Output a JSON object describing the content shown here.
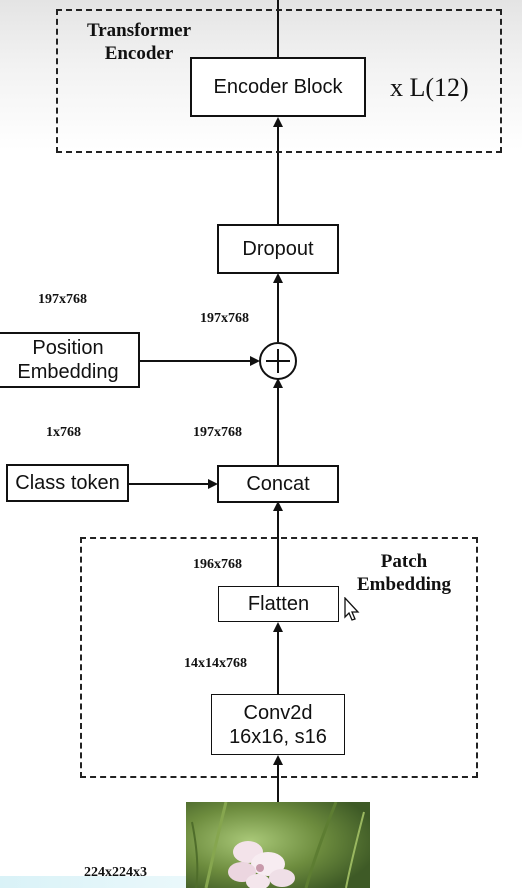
{
  "transformer_encoder": {
    "title_line1": "Transformer",
    "title_line2": "Encoder",
    "block_label": "Encoder Block",
    "repeat_label": "x L(12)"
  },
  "dropout": {
    "label": "Dropout"
  },
  "position_embedding": {
    "line1": "Position",
    "line2": "Embedding",
    "dim_label": "197x768"
  },
  "add_node": {
    "symbol": "+"
  },
  "dim_after_dropout_input": "197x768",
  "class_token": {
    "label": "Class token",
    "dim_label": "1x768"
  },
  "concat": {
    "label": "Concat",
    "dim_label": "197x768"
  },
  "patch_embedding": {
    "title_line1": "Patch",
    "title_line2": "Embedding",
    "flatten_label": "Flatten",
    "flatten_dim": "196x768",
    "conv_line1": "Conv2d",
    "conv_line2": "16x16, s16",
    "conv_dim": "14x14x768"
  },
  "input_image": {
    "dim_label": "224x224x3"
  },
  "colors": {
    "line": "#111111",
    "flower": "#f3e3ea",
    "grass": "#6f8f3a"
  }
}
